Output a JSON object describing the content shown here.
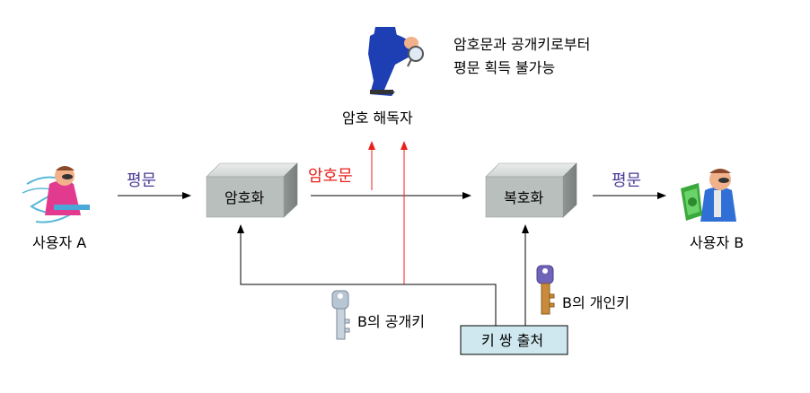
{
  "user_a": "사용자 A",
  "user_b": "사용자 B",
  "plaintext_left": "평문",
  "plaintext_right": "평문",
  "ciphertext": "암호문",
  "encrypt_box": "암호화",
  "decrypt_box": "복호화",
  "cryptanalyst": "암호 해독자",
  "note_line1": "암호문과 공개키로부터",
  "note_line2": "평문 획득 불가능",
  "public_key": "B의 공개키",
  "private_key": "B의 개인키",
  "key_source": "키 쌍 출처",
  "colors": {
    "purple_label": "#4b3a96",
    "red_label": "#e8201c",
    "box_face": "#b9bfbd",
    "key_source_bg": "#cfe7ee"
  },
  "icons": {
    "user_a": "person-writing-icon",
    "user_b": "person-with-money-icon",
    "cryptanalyst": "spy-with-magnifier-icon",
    "public_key": "key-icon",
    "private_key": "key-icon"
  }
}
